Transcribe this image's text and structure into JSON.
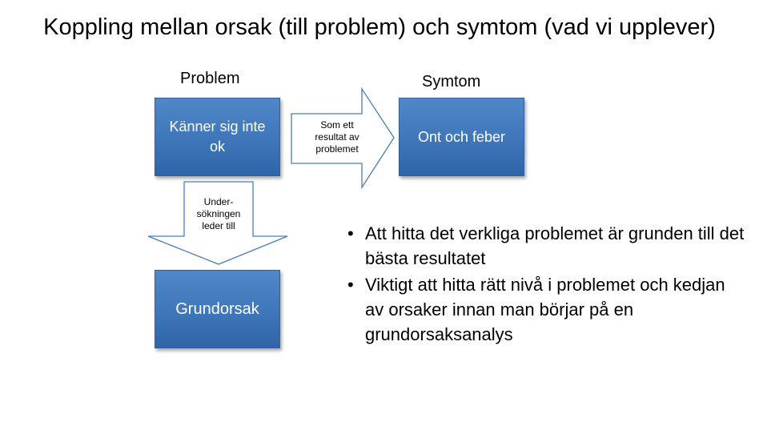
{
  "slide": {
    "title": "Koppling mellan orsak (till problem) och symtom (vad vi upplever)"
  },
  "labels": {
    "problem": "Problem",
    "symptom": "Symtom"
  },
  "boxes": {
    "problem": {
      "line1": "Känner sig inte",
      "line2": "ok"
    },
    "symptom": {
      "text": "Ont och feber"
    },
    "root_cause": {
      "text": "Grundorsak"
    }
  },
  "arrows": {
    "right": {
      "line1": "Som ett",
      "line2": "resultat av",
      "line3": "problemet"
    },
    "down": {
      "line1": "Under-",
      "line2": "sökningen",
      "line3": "leder till"
    }
  },
  "bullets": [
    {
      "symbol": "•",
      "text": "Att hitta det verkliga problemet är grunden till det bästa resultatet"
    },
    {
      "symbol": "•",
      "text": "Viktigt att hitta rätt nivå i problemet och kedjan av orsaker innan man börjar på en grundorsaksanalys"
    }
  ],
  "colors": {
    "box_fill": "#3f76b9",
    "arrow_stroke": "#4a7ebb",
    "arrow_fill": "#ffffff"
  }
}
